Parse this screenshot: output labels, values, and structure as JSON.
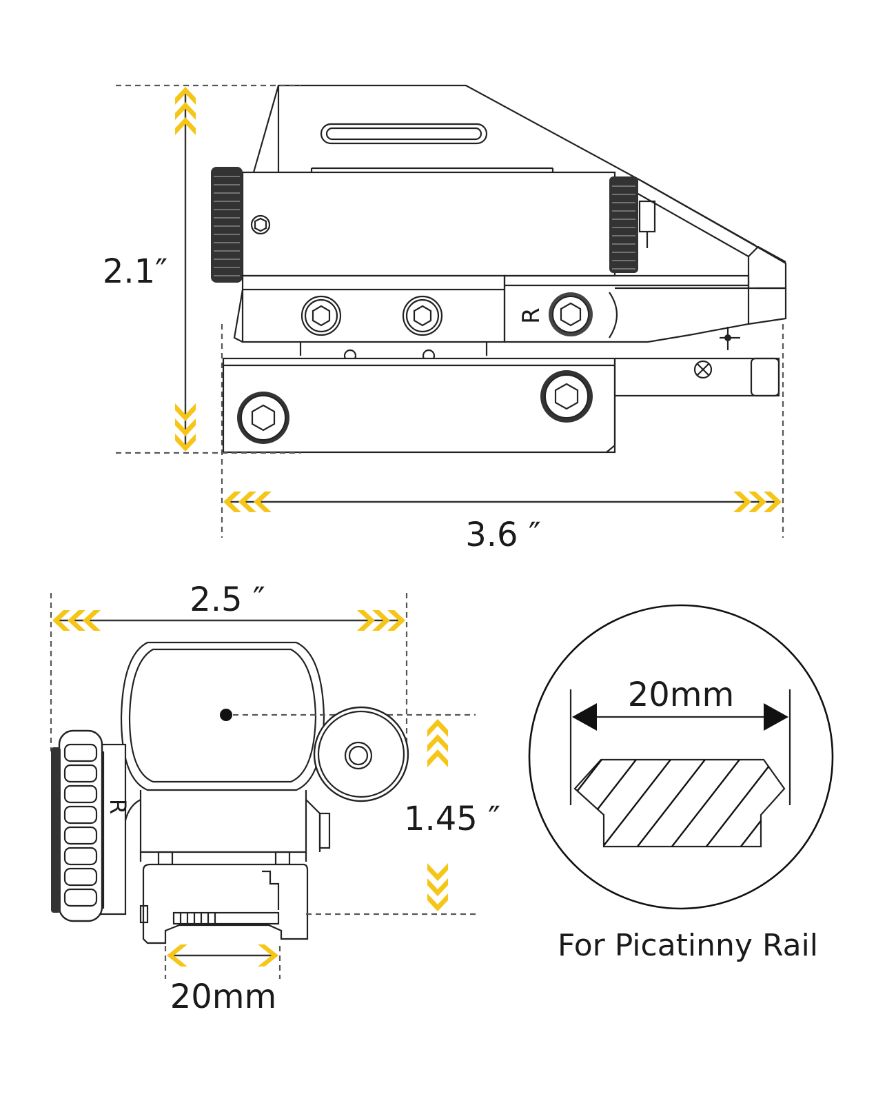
{
  "colors": {
    "accent": "#f5c518",
    "ink": "#1a1a1a"
  },
  "side_view": {
    "height_label": "2.1″",
    "length_label": "3.6 ″",
    "mark": "R"
  },
  "front_view": {
    "width_label": "2.5 ″",
    "axis_height_label": "1.45 ″",
    "rail_width_label": "20mm",
    "mark": "R"
  },
  "rail_detail": {
    "width_label": "20mm",
    "caption": "For Picatinny Rail"
  }
}
